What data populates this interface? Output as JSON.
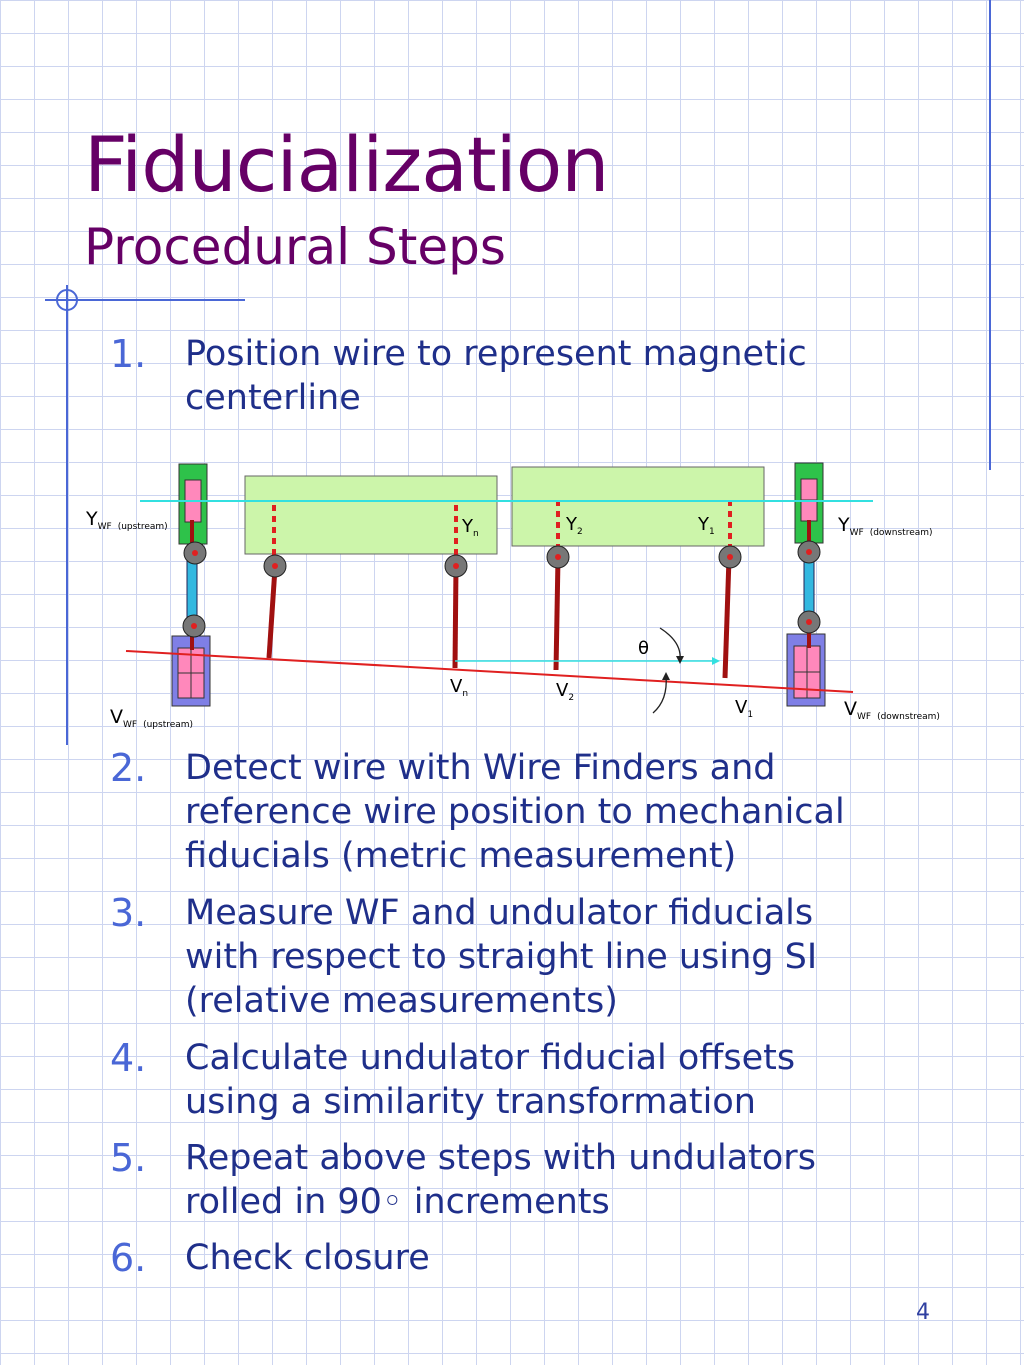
{
  "title": "Fiducialization",
  "subtitle": "Procedural Steps",
  "steps": [
    {
      "number": "1.",
      "text": "Position wire to represent magnetic centerline"
    },
    {
      "number": "2.",
      "text": "Detect wire with Wire Finders and reference wire position to mechanical fiducials (metric measurement)"
    },
    {
      "number": "3.",
      "text": "Measure WF and undulator fiducials with respect to straight line using SI (relative measurements)"
    },
    {
      "number": "4.",
      "text": "Calculate undulator fiducial offsets using a similarity transformation"
    },
    {
      "number": "5.",
      "text": "Repeat above steps with undulators rolled in 90◦ increments"
    },
    {
      "number": "6.",
      "text": "Check closure"
    }
  ],
  "diagram": {
    "labels": {
      "y_wf_up": {
        "main": "Y",
        "sub": "WF",
        "tag": "(upstream)"
      },
      "y_wf_down": {
        "main": "Y",
        "sub": "WF",
        "tag": "(downstream)"
      },
      "v_wf_up": {
        "main": "V",
        "sub": "WF",
        "tag": "(upstream)"
      },
      "v_wf_down": {
        "main": "V",
        "sub": "WF",
        "tag": "(downstream)"
      },
      "yn": {
        "main": "Y",
        "sub": "n"
      },
      "y2": {
        "main": "Y",
        "sub": "2"
      },
      "y1": {
        "main": "Y",
        "sub": "1"
      },
      "vn": {
        "main": "V",
        "sub": "n"
      },
      "v2": {
        "main": "V",
        "sub": "2"
      },
      "v1": {
        "main": "V",
        "sub": "1"
      },
      "theta": "θ"
    },
    "colors": {
      "wire_cyan": "#33e0e0",
      "line_red": "#e02020",
      "stick_dark_red": "#a01010",
      "undulator_fill": "#ccf5aa",
      "wf_green": "#2ec24a",
      "wf_purple": "#7f7fe6",
      "pink": "#ff88bb",
      "title_purple": "#660066",
      "text_blue": "#1f2f8a",
      "number_blue": "#4a67d6"
    }
  },
  "page_number": "4"
}
